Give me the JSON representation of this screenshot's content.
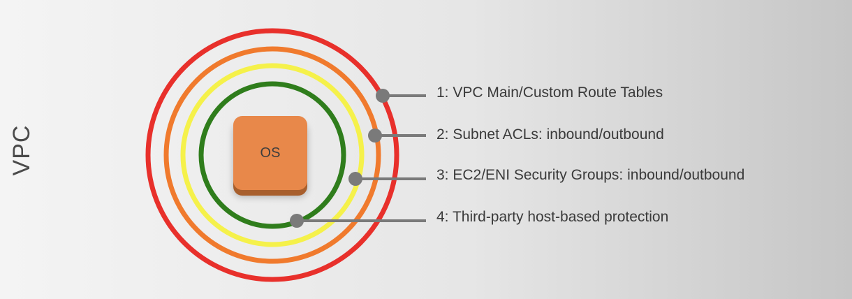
{
  "side_label": "VPC",
  "os_label": "OS",
  "layers": [
    {
      "label": "1: VPC Main/Custom Route Tables",
      "color": "#e8302b"
    },
    {
      "label": "2: Subnet ACLs: inbound/outbound",
      "color": "#f07a2d"
    },
    {
      "label": "3: EC2/ENI Security Groups: inbound/outbound",
      "color": "#f5f14a"
    },
    {
      "label": "4: Third-party host-based protection",
      "color": "#2f7d1c"
    }
  ],
  "connector_color": "#7a7a7a"
}
